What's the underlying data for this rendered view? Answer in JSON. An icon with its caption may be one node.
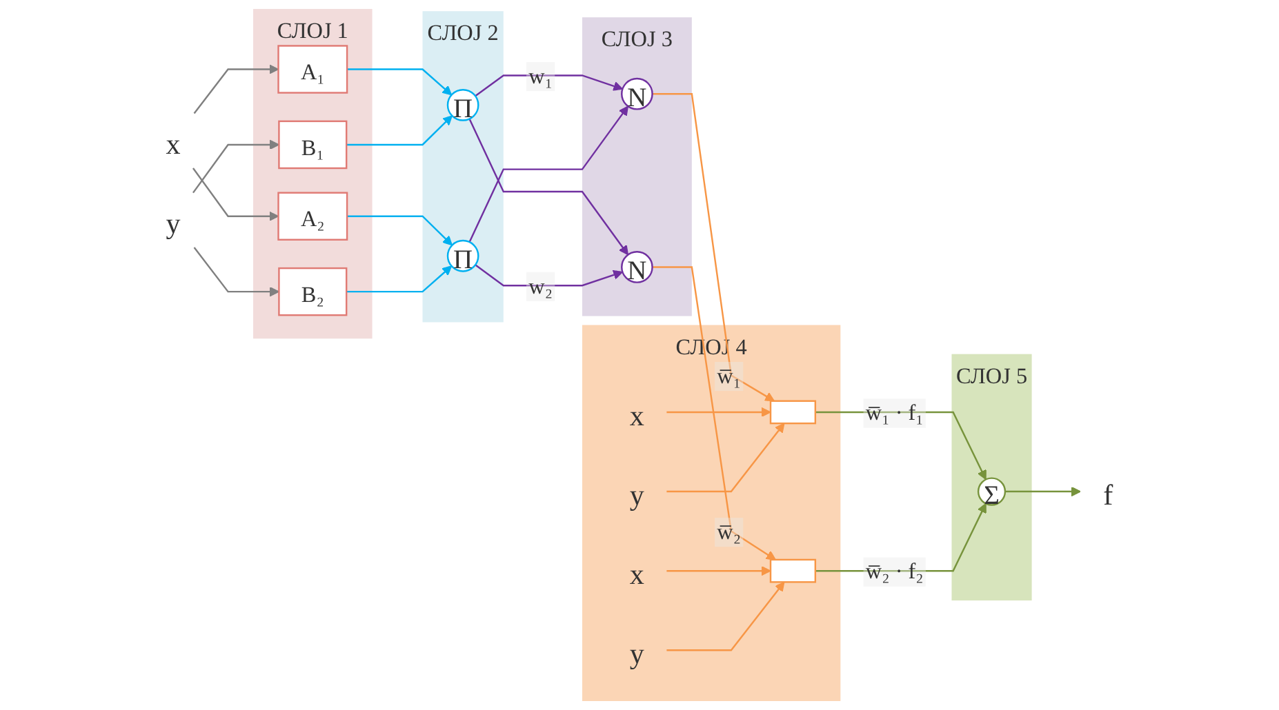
{
  "diagram": {
    "nodes": [
      {
        "text": [
          "x"
        ]
      },
      {
        "text": [
          "y"
        ]
      },
      {
        "text": [
          "СЛОЈ 1"
        ]
      },
      {
        "text": [
          "A₁"
        ],
        "in": 2
      },
      {
        "text": [
          "A₂"
        ],
        "in": 2
      },
      {
        "text": [
          "B₁"
        ],
        "in": 2
      },
      {
        "text": [
          "B₂"
        ],
        "in": 2
      },
      {
        "text": [
          "СЛОЈ 2"
        ]
      },
      {
        "text": [
          "Π"
        ],
        "in": 7
      },
      {
        "text": [
          "Π"
        ],
        "in": 7
      },
      {
        "text": [
          "СЛОЈ 3"
        ]
      },
      {
        "text": [
          "N"
        ],
        "in": 10
      },
      {
        "text": [
          "N"
        ],
        "in": 10
      },
      {
        "text": [
          "СЛОЈ 4"
        ]
      },
      {
        "text": [
          "x"
        ],
        "in": 13
      },
      {
        "text": [
          "y"
        ],
        "in": 13
      },
      {
        "text": [],
        "shape": "box",
        "in": 13
      },
      {
        "text": [],
        "shape": "box",
        "in": 13
      },
      {
        "text": [
          "x"
        ],
        "in": 13
      },
      {
        "text": [
          "y"
        ],
        "in": 13
      },
      {
        "text": [
          "СЛОЈ 5"
        ]
      },
      {
        "text": [
          "Σ"
        ],
        "in": 20
      },
      {
        "text": [
          "f"
        ]
      }
    ],
    "edges": [
      {
        "from": 0,
        "to": 3,
        "arrow": "to",
        "color": "#808080"
      },
      {
        "from": 0,
        "to": 4,
        "arrow": "to",
        "color": "#808080"
      },
      {
        "from": 1,
        "to": 5,
        "arrow": "to",
        "color": "#808080"
      },
      {
        "from": 1,
        "to": 6,
        "arrow": "to",
        "color": "#808080"
      },
      {
        "from": 3,
        "to": 8,
        "arrow": "to",
        "color": "#00b0f0"
      },
      {
        "from": 5,
        "to": 8,
        "arrow": "to",
        "color": "#00b0f0"
      },
      {
        "from": 4,
        "to": 9,
        "arrow": "to",
        "color": "#00b0f0"
      },
      {
        "from": 6,
        "to": 9,
        "arrow": "to",
        "color": "#00b0f0"
      },
      {
        "from": 8,
        "to": 11,
        "arrow": "to",
        "label": "w₁",
        "color": "#7030a0"
      },
      {
        "from": 8,
        "to": 12,
        "arrow": "to",
        "color": "#7030a0"
      },
      {
        "from": 9,
        "to": 11,
        "arrow": "to",
        "color": "#7030a0"
      },
      {
        "from": 9,
        "to": 12,
        "arrow": "to",
        "label": "w₂",
        "color": "#7030a0"
      },
      {
        "from": 11,
        "to": 16,
        "arrow": "to",
        "label": "w̅₁",
        "color": "#f79646"
      },
      {
        "from": 12,
        "to": 17,
        "arrow": "to",
        "label": "w̅₂",
        "color": "#f79646"
      },
      {
        "from": 14,
        "to": 16,
        "arrow": "to",
        "color": "#f79646"
      },
      {
        "from": 15,
        "to": 16,
        "arrow": "to",
        "color": "#f79646"
      },
      {
        "from": 18,
        "to": 17,
        "arrow": "to",
        "color": "#f79646"
      },
      {
        "from": 19,
        "to": 17,
        "arrow": "to",
        "color": "#f79646"
      },
      {
        "from": 16,
        "to": 21,
        "arrow": "to",
        "label": "w̅₁ · f₁",
        "color": "#77933c"
      },
      {
        "from": 17,
        "to": 21,
        "arrow": "to",
        "label": "w̅₂ · f₂",
        "color": "#77933c"
      },
      {
        "from": 21,
        "to": 22,
        "arrow": "to",
        "color": "#77933c"
      }
    ]
  }
}
